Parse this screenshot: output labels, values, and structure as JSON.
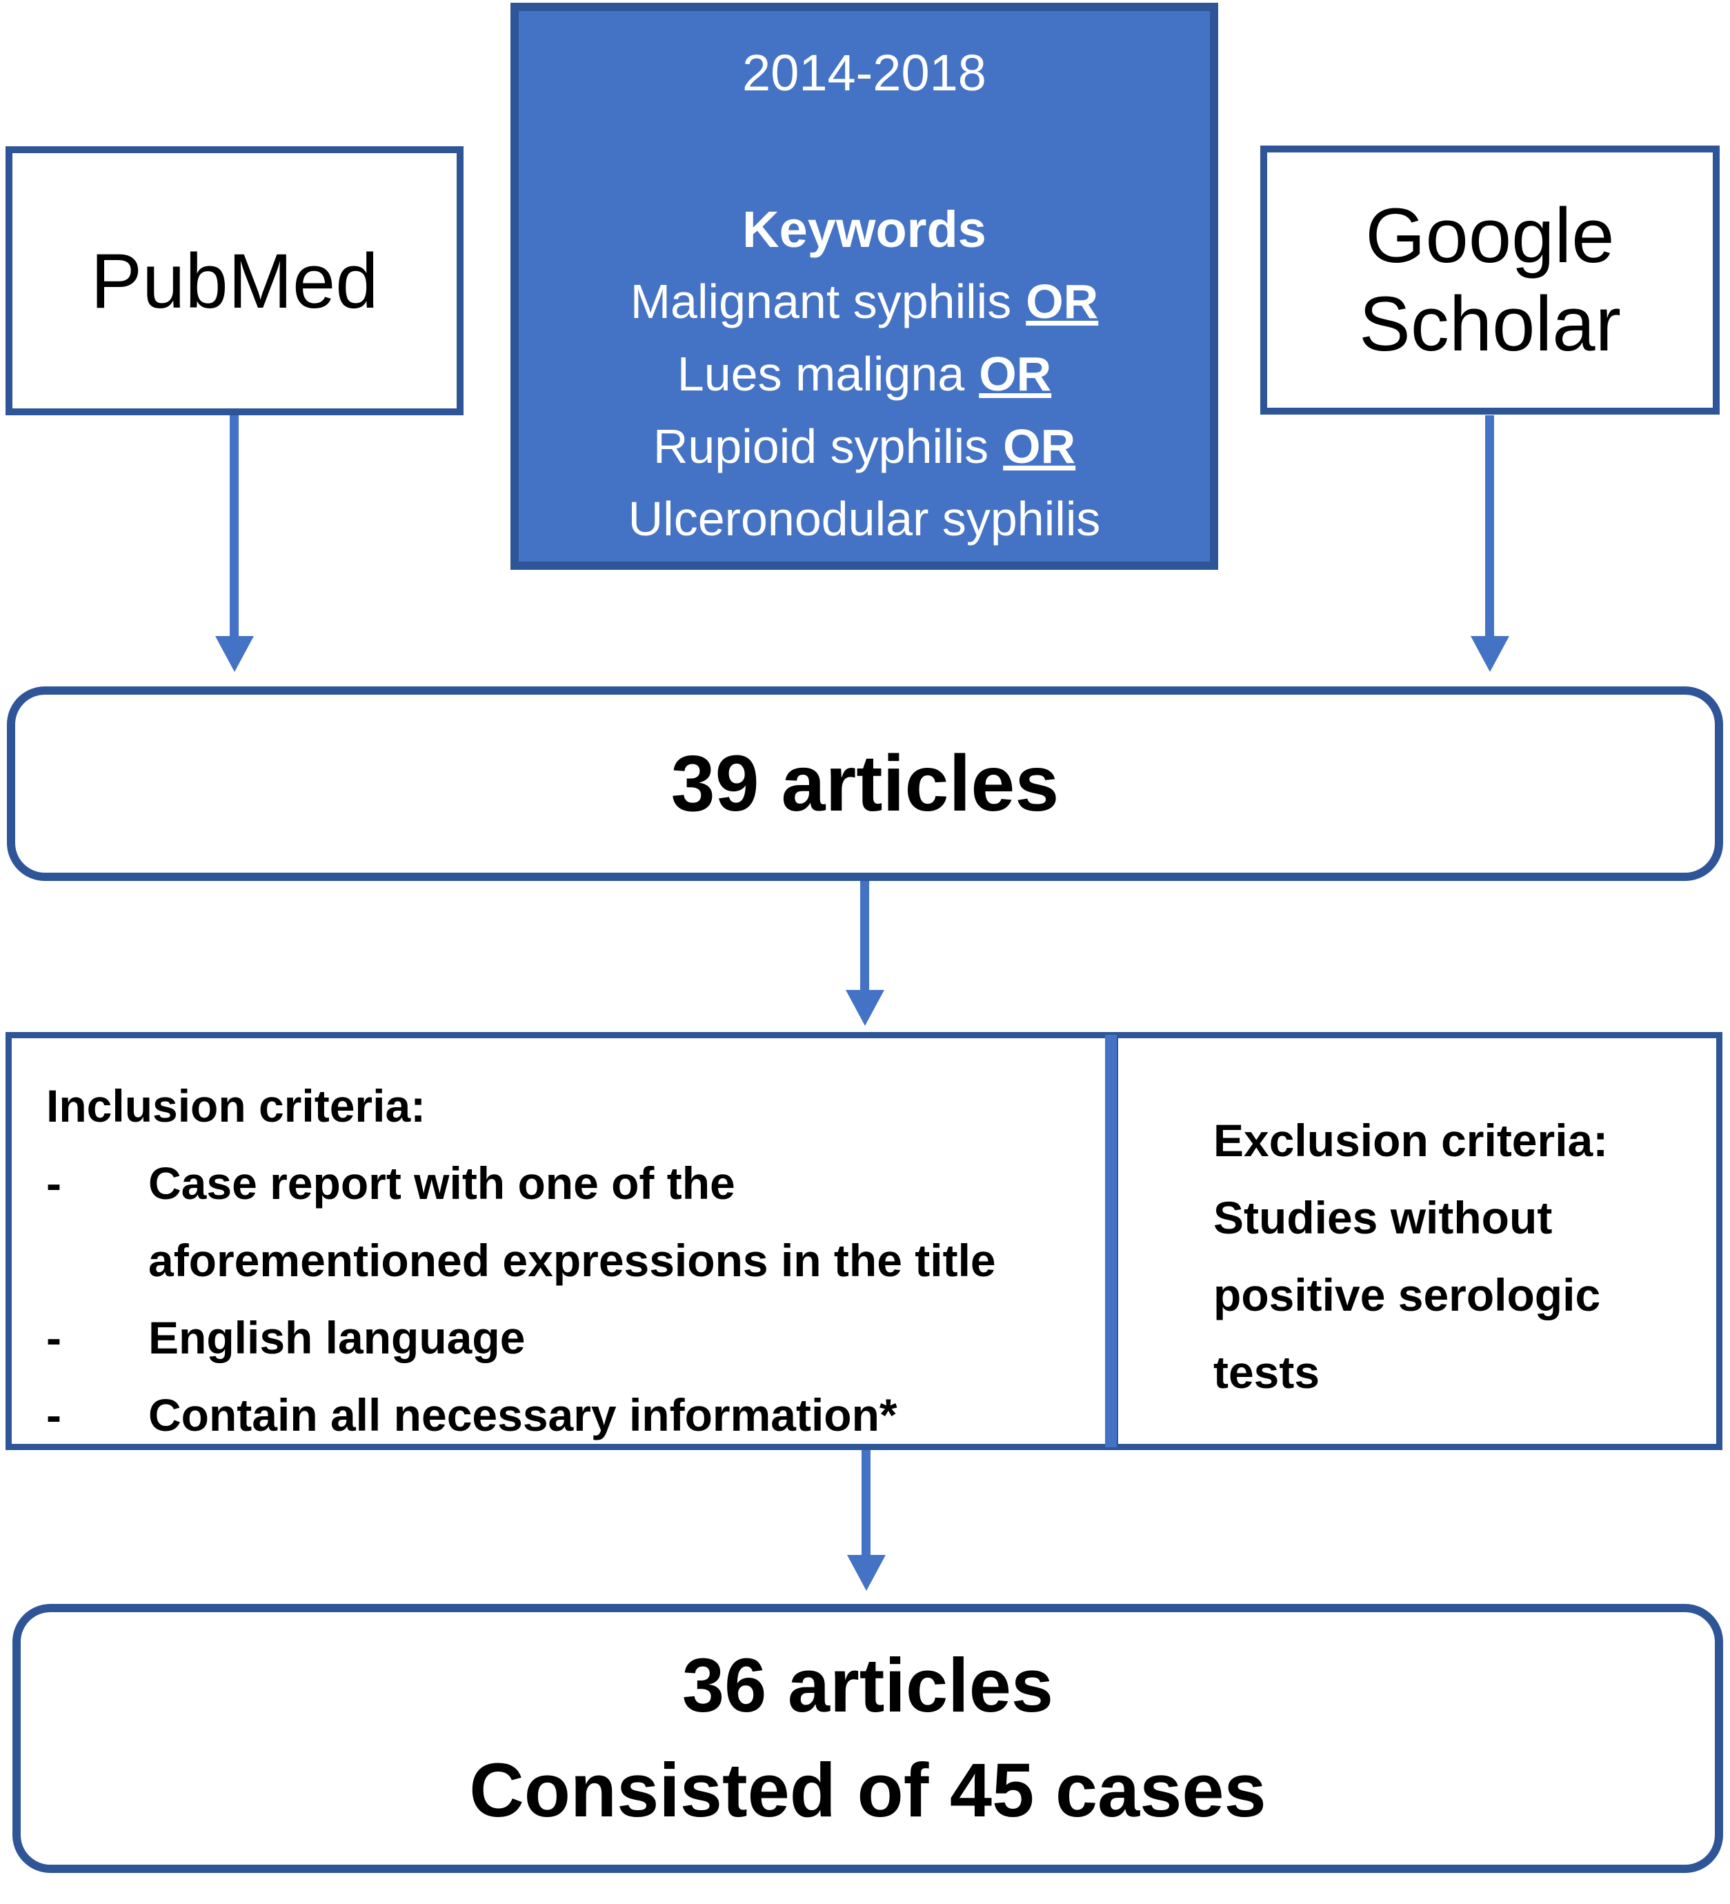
{
  "flow": {
    "sources": {
      "pubmed": {
        "label": "PubMed"
      },
      "google_scholar": {
        "label": "Google Scholar"
      }
    },
    "search": {
      "period": "2014-2018",
      "keywords_heading": "Keywords",
      "keywords": [
        {
          "term": "Malignant syphilis",
          "operator": "OR"
        },
        {
          "term": "Lues maligna",
          "operator": "OR"
        },
        {
          "term": "Rupioid syphilis",
          "operator": "OR"
        },
        {
          "term": "Ulceronodular syphilis",
          "operator": ""
        }
      ]
    },
    "results": {
      "label": "39 articles"
    },
    "inclusion": {
      "title": "Inclusion criteria:",
      "bullet": "-",
      "items": [
        "Case report with one of the aforementioned expressions in the title",
        "English language",
        "Contain all necessary information*"
      ]
    },
    "exclusion": {
      "title": "Exclusion criteria:",
      "body": "Studies without positive serologic tests"
    },
    "final": {
      "line1": "36 articles",
      "line2": "Consisted of 45 cases"
    },
    "colors": {
      "box_fill_blue": "#4472c4",
      "box_border_navy": "#2e5597",
      "arrow_blue": "#4472c4",
      "text_on_blue": "#ffffff",
      "text_dark": "#000000",
      "background": "#ffffff"
    }
  }
}
